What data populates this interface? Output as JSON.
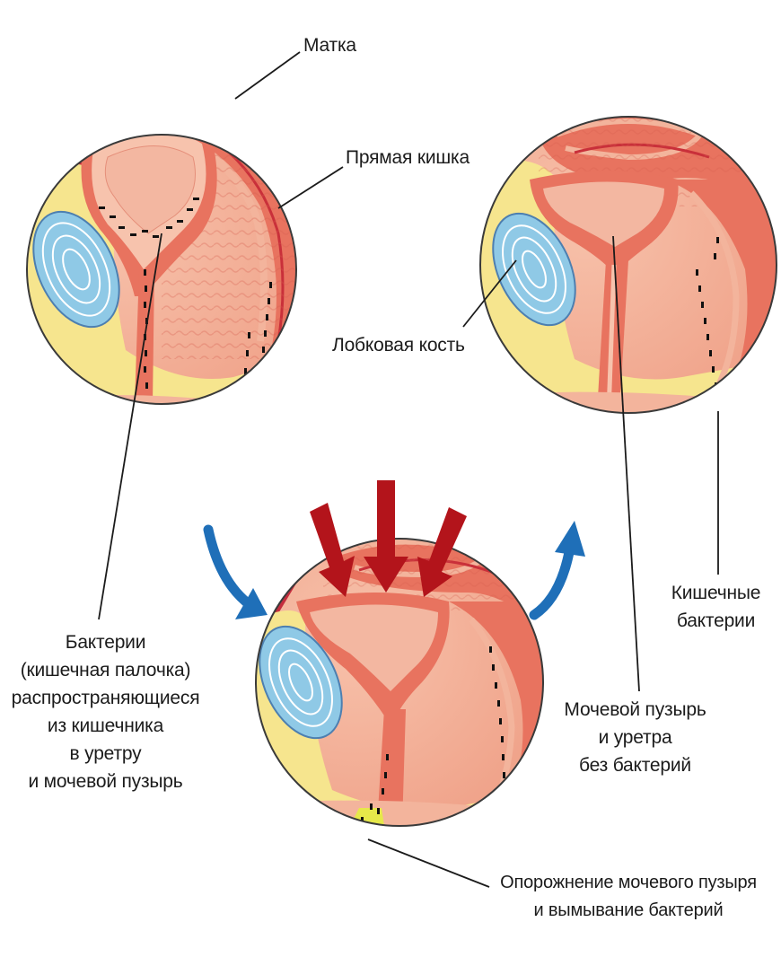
{
  "labels": {
    "uterus": "Матка",
    "rectum": "Прямая кишка",
    "pubic_bone": "Лобковая кость",
    "bacteria_spread": [
      "Бактерии",
      "(кишечная палочка)",
      "распространяющиеся",
      "из кишечника",
      "в уретру",
      "и мочевой пузырь"
    ],
    "intestinal_bacteria": [
      "Кишечные",
      "бактерии"
    ],
    "clean_bladder": [
      "Мочевой пузырь",
      "и уретра",
      "без бактерий"
    ],
    "emptying": [
      "Опорожнение мочевого пузыря",
      "и вымывание бактерий"
    ]
  },
  "colors": {
    "tissue_light": "#f2a98f",
    "tissue_mid": "#e8735f",
    "tissue_dark": "#c9303a",
    "fat_yellow": "#f6e58e",
    "bone_blue": "#8fc9e6",
    "arrow_blue": "#1f6fb8",
    "arrow_red": "#b3141b",
    "bacteria": "#111111",
    "urine_yellow": "#e6e84a"
  },
  "icons": [
    "flow-arrow-icon",
    "pressure-arrow-icon"
  ]
}
